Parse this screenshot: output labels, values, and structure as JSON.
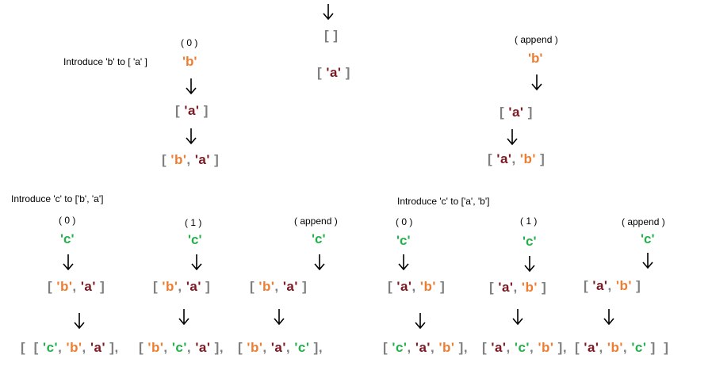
{
  "letters": {
    "a": "'a'",
    "b": "'b'",
    "c": "'c'"
  },
  "glyphs": {
    "open": "[",
    "close": "]",
    "comma": ",",
    "empty": "[ ]"
  },
  "labels": {
    "introduce_b": "Introduce 'b' to [ 'a' ]",
    "introduce_c_ba": "Introduce 'c' to ['b', 'a']",
    "introduce_c_ab": "Introduce 'c' to ['a', 'b']",
    "pos0": "( 0 )",
    "pos1": "( 1 )",
    "append": "( append )"
  },
  "colors": {
    "bracket": "#7f7f7f",
    "a": "#7b1a23",
    "b": "#ee7d31",
    "c": "#21b14a"
  },
  "icons": [
    "arrow-down-icon"
  ]
}
